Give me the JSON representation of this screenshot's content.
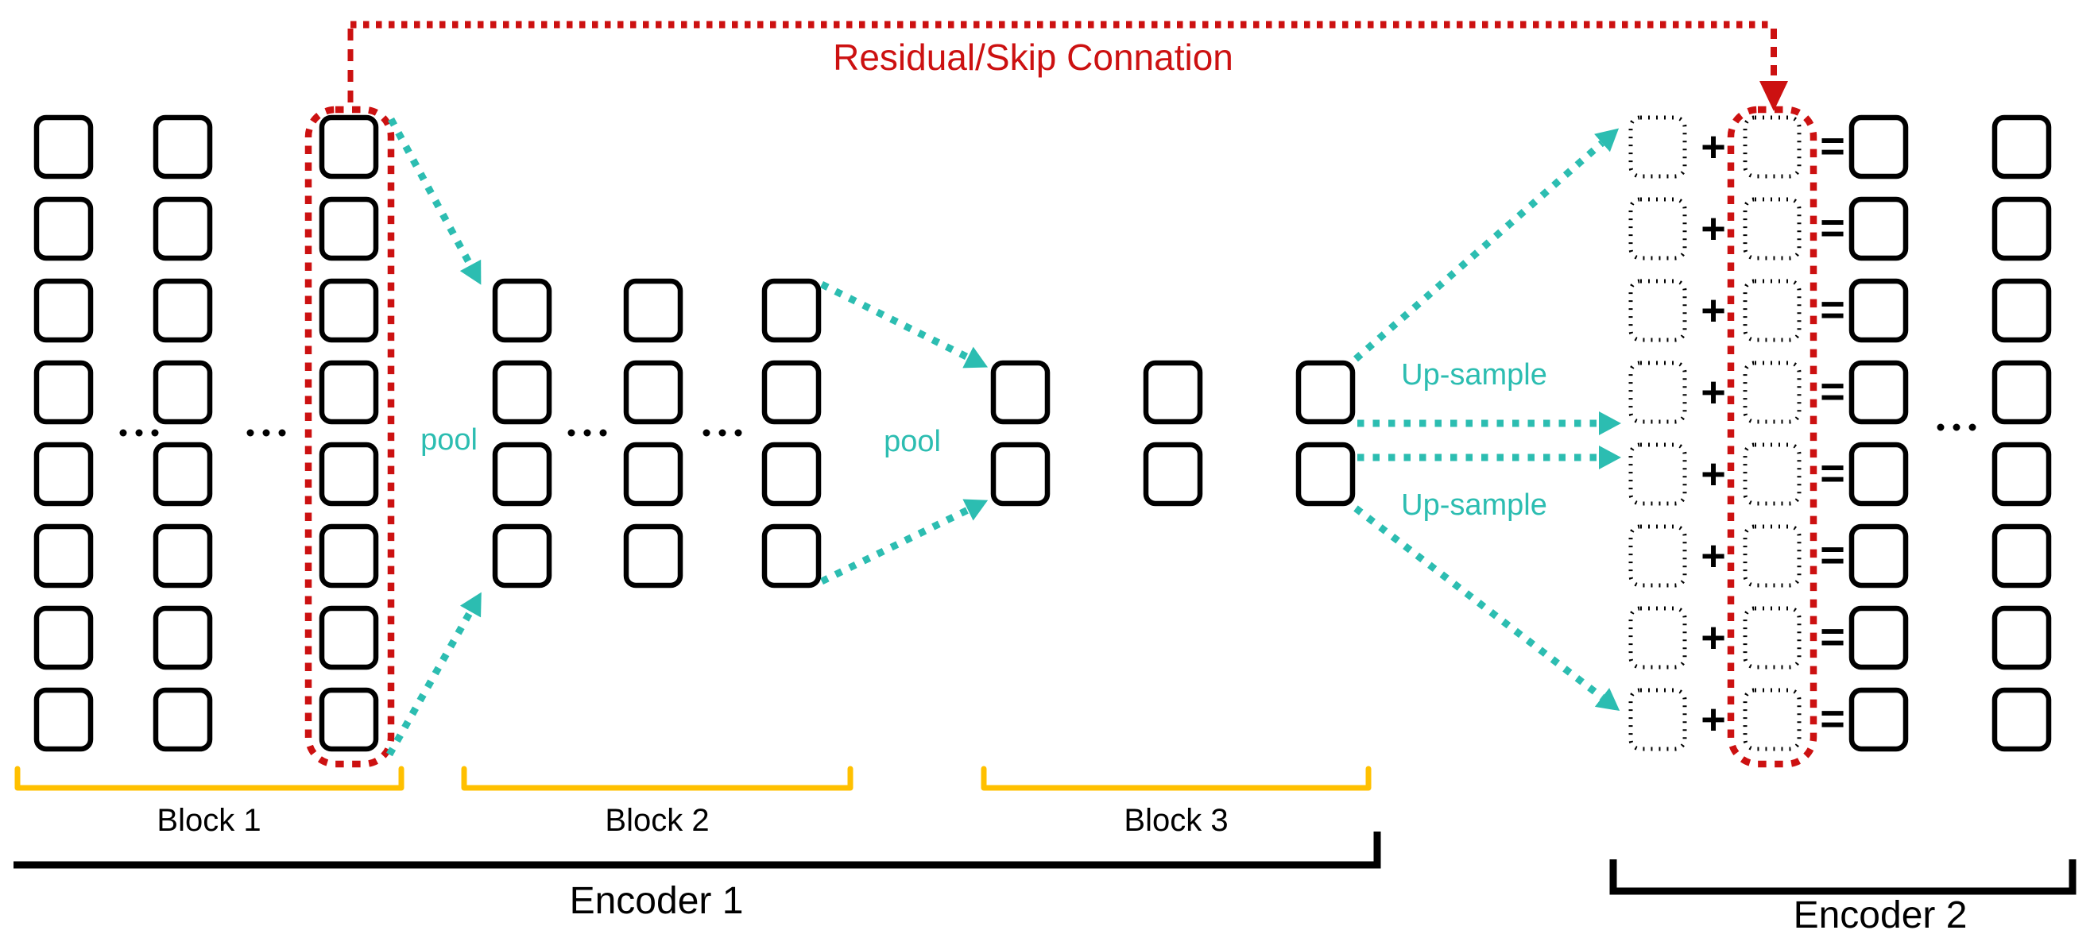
{
  "title": "Residual/Skip Connation",
  "colors": {
    "red": "#CC1111",
    "teal": "#2CBDB1",
    "yellow": "#FFC000",
    "black": "#000000",
    "background": "#FFFFFF"
  },
  "labels": {
    "pool_left": "pool",
    "pool_right": "pool",
    "upsample_top": "Up-sample",
    "upsample_bottom": "Up-sample",
    "block1": "Block 1",
    "block2": "Block 2",
    "block3": "Block 3",
    "encoder1": "Encoder 1",
    "encoder2": "Encoder 2",
    "plus": "+",
    "equals": "=",
    "ellipsis": "..."
  },
  "structure": {
    "block1": {
      "columns": 3,
      "rows": 8,
      "highlighted_column": 3,
      "square_style": "solid"
    },
    "block2": {
      "columns": 3,
      "rows": 4,
      "square_style": "solid"
    },
    "block3": {
      "columns": 3,
      "rows": 2,
      "square_style": "solid"
    },
    "decoder": {
      "rows": 8,
      "columns": [
        {
          "name": "upsampled",
          "style": "dotted"
        },
        {
          "name": "skip-copy",
          "style": "dotted",
          "highlighted": true
        },
        {
          "name": "sum-result",
          "style": "solid"
        },
        {
          "name": "next-layer",
          "style": "solid"
        }
      ]
    },
    "pool_arrows": 4,
    "upsample_arrows": 4,
    "skip_connection": {
      "from": "block1 highlighted column",
      "to": "decoder skip-copy column"
    }
  }
}
